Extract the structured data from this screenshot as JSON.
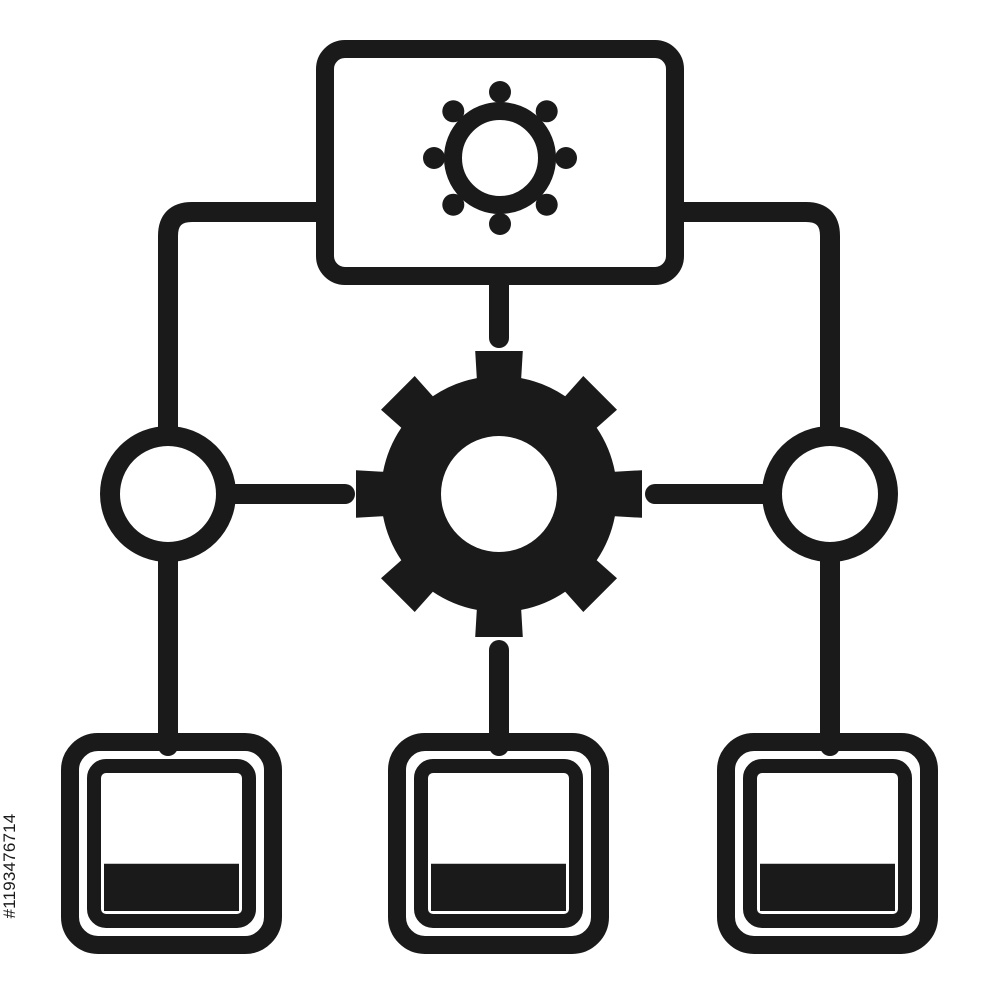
{
  "colors": {
    "ink": "#1a1a1a",
    "background": "#ffffff"
  },
  "icons": {
    "top_node": "gear-icon",
    "central_node": "gear-icon",
    "junction_nodes": "circle-node",
    "output_nodes": "container-box"
  },
  "output_boxes": [
    {
      "fill_level": 0.35
    },
    {
      "fill_level": 0.35
    },
    {
      "fill_level": 0.35
    }
  ],
  "stock_id": "#1193476714"
}
